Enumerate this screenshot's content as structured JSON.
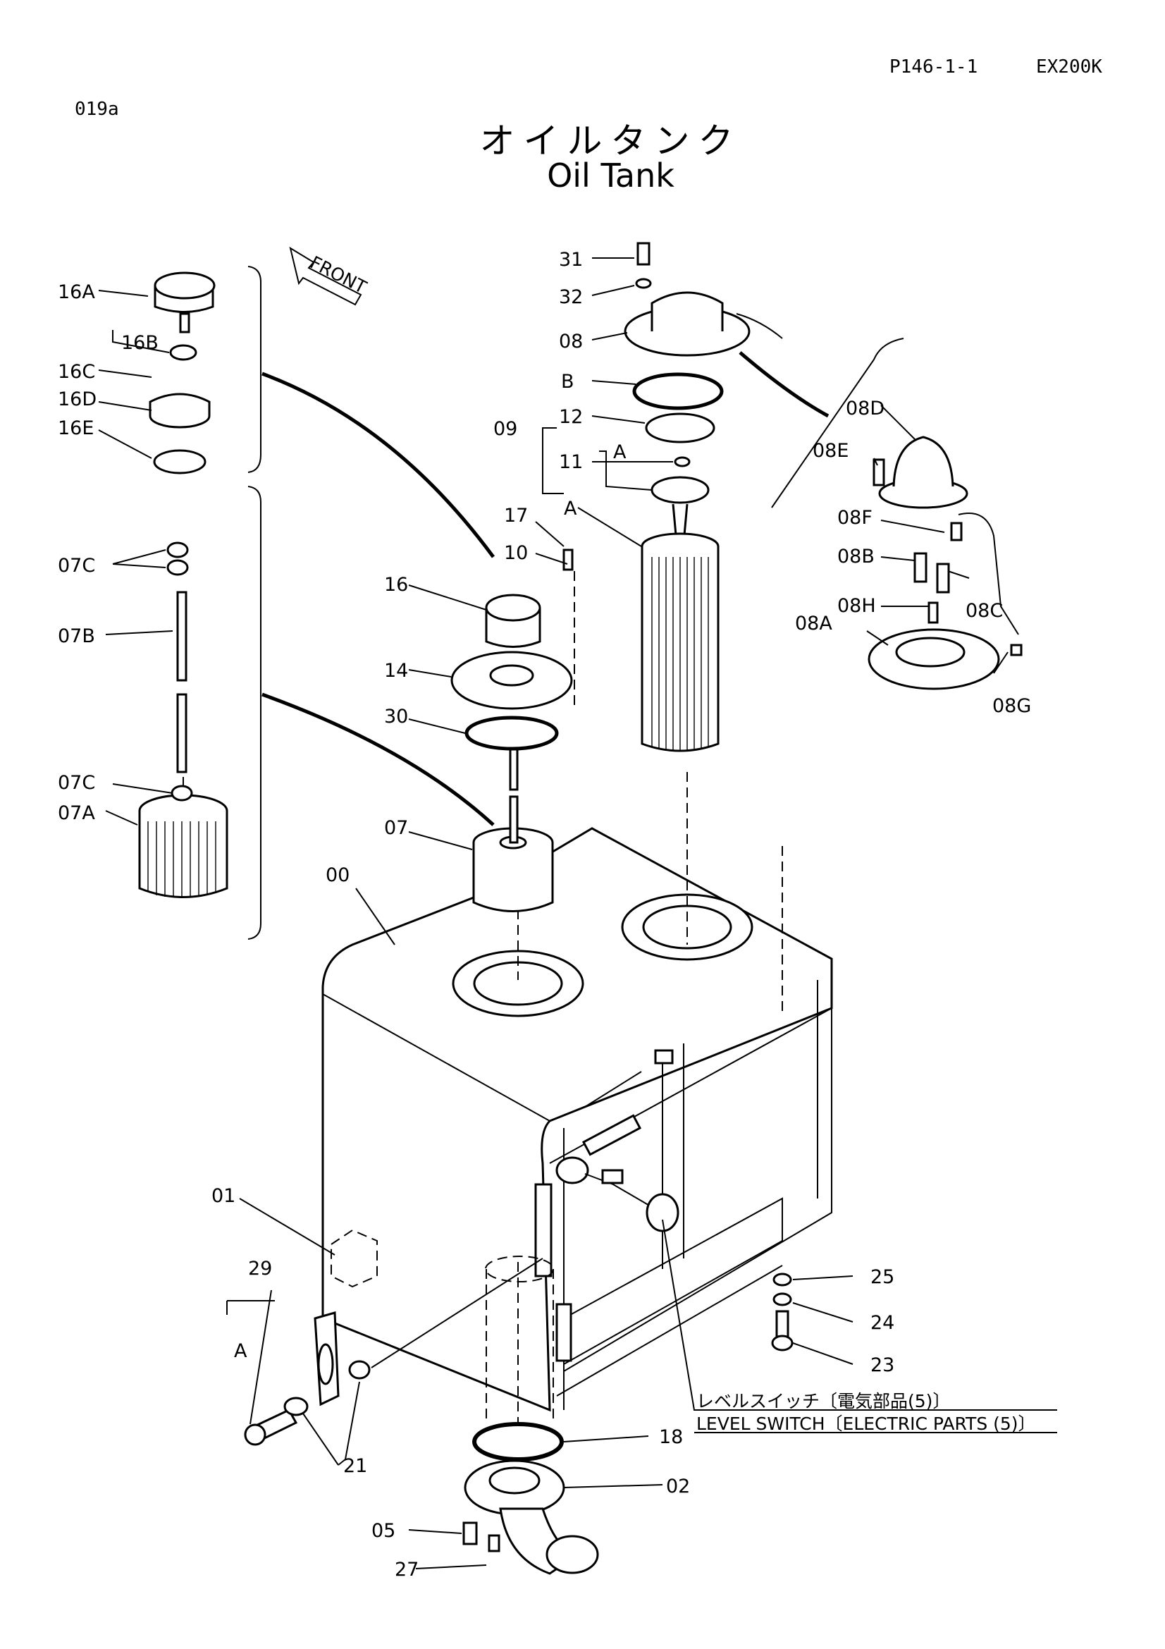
{
  "header": {
    "page_code": "P146-1-1",
    "model": "EX200K",
    "figure_id": "019a"
  },
  "title": {
    "ja": "オイルタンク",
    "en": "Oil Tank"
  },
  "front_marker": "FRONT",
  "note": {
    "ja": "レベルスイッチ〔電気部品(5)〕",
    "en": "LEVEL SWITCH〔ELECTRIC PARTS (5)〕"
  },
  "labels": {
    "p31": "31",
    "p32": "32",
    "p08": "08",
    "pB": "B",
    "p09": "09",
    "p12": "12",
    "pA1": "A",
    "p11": "11",
    "pA2": "A",
    "p17": "17",
    "p10": "10",
    "p16": "16",
    "p14": "14",
    "p30": "30",
    "p07": "07",
    "p00": "00",
    "p01": "01",
    "p29": "29",
    "pA3": "A",
    "p21": "21",
    "p18": "18",
    "p02": "02",
    "p05": "05",
    "p27": "27",
    "p25": "25",
    "p24": "24",
    "p23": "23",
    "p16A": "16A",
    "p16B": "16B",
    "p16C": "16C",
    "p16D": "16D",
    "p16E": "16E",
    "p07C1": "07C",
    "p07B": "07B",
    "p07C2": "07C",
    "p07A": "07A",
    "p08D": "08D",
    "p08E": "08E",
    "p08F": "08F",
    "p08B": "08B",
    "p08C": "08C",
    "p08H": "08H",
    "p08A": "08A",
    "p08G": "08G"
  }
}
